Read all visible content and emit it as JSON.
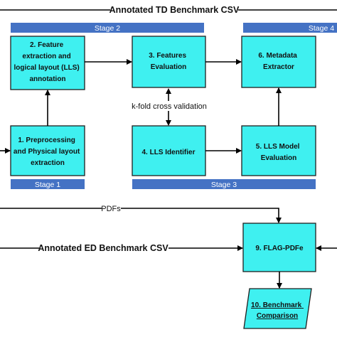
{
  "top_label": "Annotated TD Benchmark CSV",
  "stages": {
    "stage2": "Stage 2",
    "stage4": "Stage 4",
    "stage1": "Stage 1",
    "stage3": "Stage 3"
  },
  "boxes": {
    "b1": [
      "1. Preprocessing",
      "and Physical layout",
      "extraction"
    ],
    "b2": [
      "2. Feature",
      "extraction and",
      "logical layout (LLS)",
      "annotation"
    ],
    "b3": [
      "3. Features",
      "Evaluation"
    ],
    "b4": [
      "4. LLS Identifier"
    ],
    "b5": [
      "5. LLS Model",
      "Evaluation"
    ],
    "b6": [
      "6. Metadata",
      "Extractor"
    ],
    "b9": [
      "9. FLAG-PDFe"
    ],
    "b10": [
      "10. Benchmark",
      "Comparison"
    ]
  },
  "kfold_label": "k-fold cross validation",
  "pdfs_label": "PDFs",
  "ed_label": "Annotated ED Benchmark CSV",
  "colors": {
    "box_fill": "#3ff0f0",
    "stage_band": "#4472c4"
  }
}
